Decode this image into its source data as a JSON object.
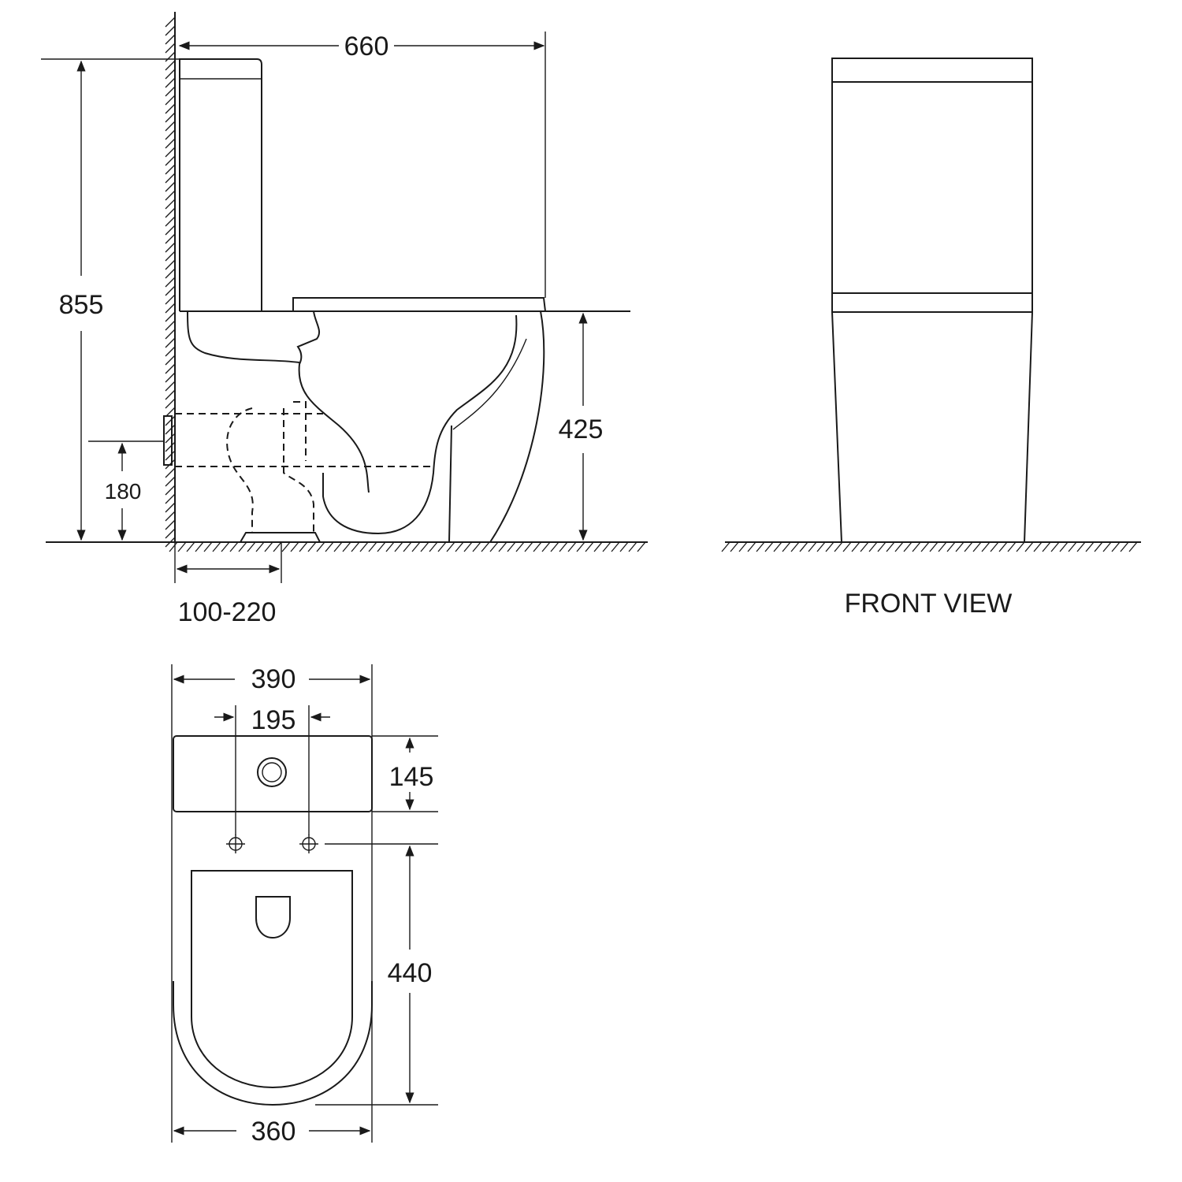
{
  "drawing": {
    "colors": {
      "line": "#1a1a1a",
      "background": "#ffffff"
    },
    "side_view": {
      "dims": {
        "overall_depth": "660",
        "overall_height": "855",
        "seat_height": "425",
        "inlet_height": "180",
        "outlet_offset": "100-220"
      }
    },
    "front_view": {
      "label": "FRONT VIEW"
    },
    "top_view": {
      "dims": {
        "tank_width": "390",
        "hole_spacing": "195",
        "tank_depth": "145",
        "bowl_length": "440",
        "bowl_width": "360"
      }
    }
  }
}
